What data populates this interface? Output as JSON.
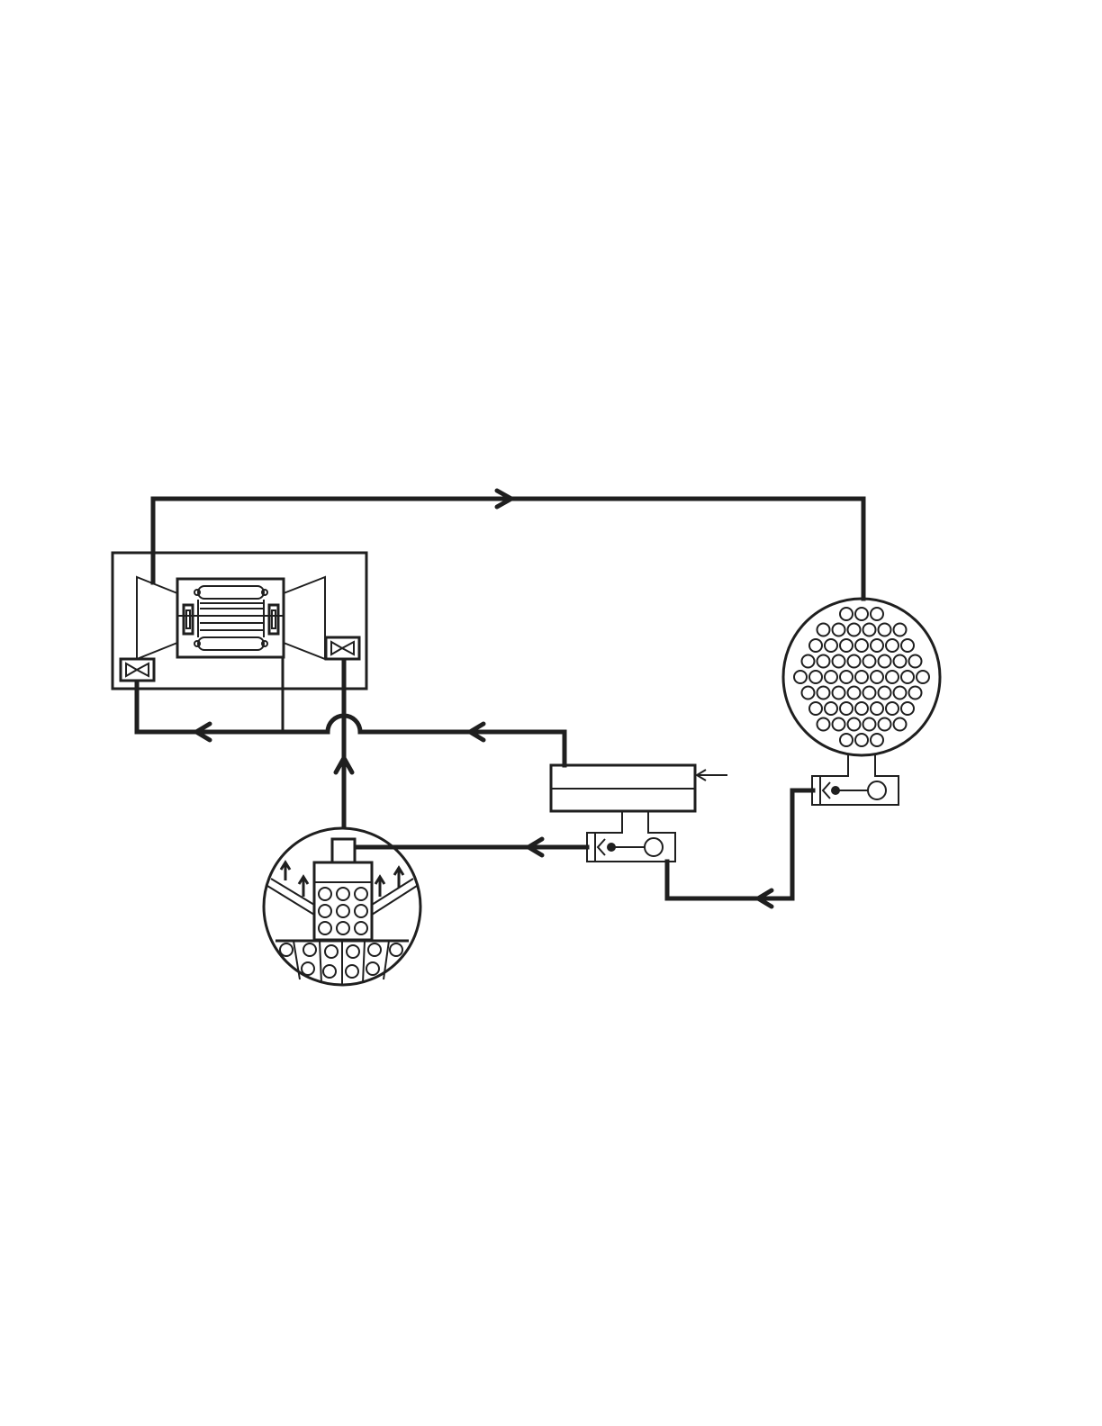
{
  "diagram": {
    "type": "refrigeration-cycle-schematic",
    "colors": {
      "line": "#1f1f1f",
      "background": "#ffffff"
    },
    "components": [
      {
        "id": "compressor",
        "icon": "centrifugal-compressor-icon"
      },
      {
        "id": "condenser",
        "icon": "shell-and-tube-heat-exchanger-icon"
      },
      {
        "id": "economizer",
        "icon": "economizer-vessel-icon"
      },
      {
        "id": "evaporator",
        "icon": "flooded-evaporator-icon"
      },
      {
        "id": "condenser-float-valve",
        "icon": "float-valve-icon"
      },
      {
        "id": "economizer-float-valve",
        "icon": "float-valve-icon"
      }
    ]
  }
}
